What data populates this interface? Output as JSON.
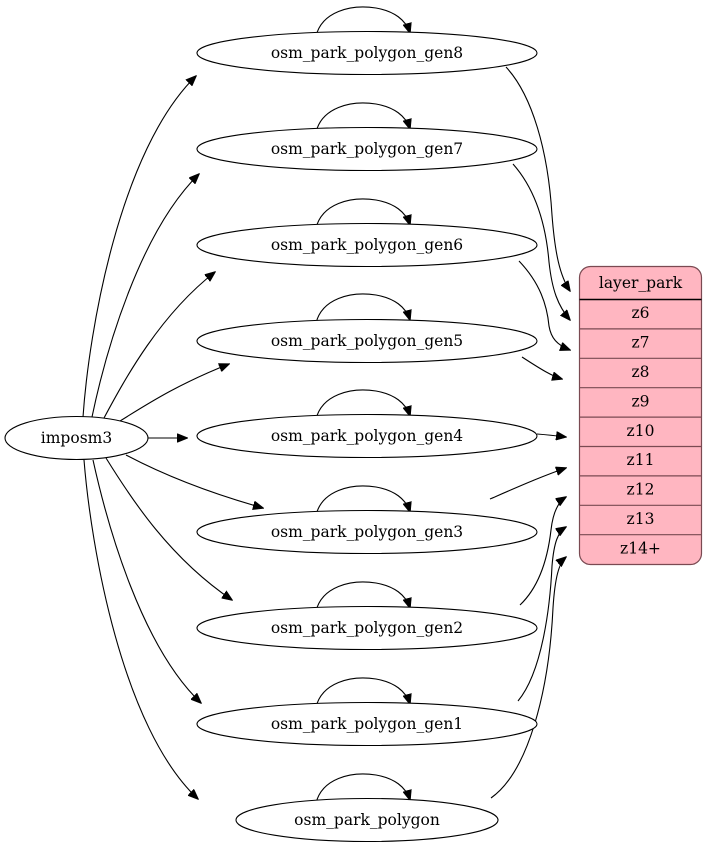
{
  "diagram": {
    "type": "graphviz-digraph",
    "title": "osm_park_polygon generalization pipeline to layer_park",
    "background": "#ffffff",
    "edge_color": "#000000",
    "source_node": {
      "id": "imposm3",
      "label": "imposm3",
      "shape": "ellipse",
      "fill": "#ffffff",
      "stroke": "#000000"
    },
    "process_nodes": [
      {
        "id": "gen8",
        "label": "osm_park_polygon_gen8",
        "shape": "ellipse",
        "self_loop": true
      },
      {
        "id": "gen7",
        "label": "osm_park_polygon_gen7",
        "shape": "ellipse",
        "self_loop": true
      },
      {
        "id": "gen6",
        "label": "osm_park_polygon_gen6",
        "shape": "ellipse",
        "self_loop": true
      },
      {
        "id": "gen5",
        "label": "osm_park_polygon_gen5",
        "shape": "ellipse",
        "self_loop": true
      },
      {
        "id": "gen4",
        "label": "osm_park_polygon_gen4",
        "shape": "ellipse",
        "self_loop": true
      },
      {
        "id": "gen3",
        "label": "osm_park_polygon_gen3",
        "shape": "ellipse",
        "self_loop": true
      },
      {
        "id": "gen2",
        "label": "osm_park_polygon_gen2",
        "shape": "ellipse",
        "self_loop": true
      },
      {
        "id": "gen1",
        "label": "osm_park_polygon_gen1",
        "shape": "ellipse",
        "self_loop": true
      },
      {
        "id": "base",
        "label": "osm_park_polygon",
        "shape": "ellipse",
        "self_loop": true
      }
    ],
    "table": {
      "id": "layer_park",
      "header": "layer_park",
      "fill": "#ffb6c1",
      "border": "#7a4a52",
      "rows": [
        {
          "id": "z6",
          "label": "z6"
        },
        {
          "id": "z7",
          "label": "z7"
        },
        {
          "id": "z8",
          "label": "z8"
        },
        {
          "id": "z9",
          "label": "z9"
        },
        {
          "id": "z10",
          "label": "z10"
        },
        {
          "id": "z11",
          "label": "z11"
        },
        {
          "id": "z12",
          "label": "z12"
        },
        {
          "id": "z13",
          "label": "z13"
        },
        {
          "id": "z14p",
          "label": "z14+"
        }
      ]
    },
    "edges_from_source": [
      {
        "from": "imposm3",
        "to": "gen8"
      },
      {
        "from": "imposm3",
        "to": "gen7"
      },
      {
        "from": "imposm3",
        "to": "gen6"
      },
      {
        "from": "imposm3",
        "to": "gen5"
      },
      {
        "from": "imposm3",
        "to": "gen4"
      },
      {
        "from": "imposm3",
        "to": "gen3"
      },
      {
        "from": "imposm3",
        "to": "gen2"
      },
      {
        "from": "imposm3",
        "to": "gen1"
      },
      {
        "from": "imposm3",
        "to": "base"
      }
    ],
    "edges_to_table": [
      {
        "from": "gen8",
        "to": "z6"
      },
      {
        "from": "gen7",
        "to": "z7"
      },
      {
        "from": "gen6",
        "to": "z8"
      },
      {
        "from": "gen5",
        "to": "z9"
      },
      {
        "from": "gen4",
        "to": "z10"
      },
      {
        "from": "gen3",
        "to": "z11"
      },
      {
        "from": "gen2",
        "to": "z12"
      },
      {
        "from": "gen1",
        "to": "z13"
      },
      {
        "from": "base",
        "to": "z14p"
      }
    ]
  }
}
